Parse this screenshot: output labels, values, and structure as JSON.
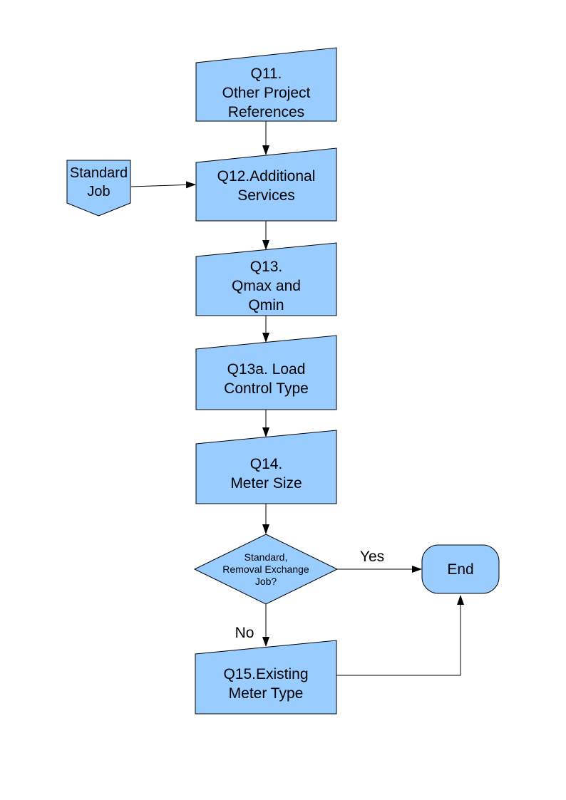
{
  "diagram": {
    "type": "flowchart",
    "background": "#FFFFFF"
  },
  "colors": {
    "node_fill": "#99CCFF",
    "node_stroke": "#000000",
    "line": "#000000",
    "text": "#000000"
  },
  "nodes": {
    "standard_job": {
      "label": "Standard\nJob",
      "shape": "off-page-connector"
    },
    "q11": {
      "label": "Q11.\nOther Project\nReferences",
      "shape": "slanted-box"
    },
    "q12": {
      "label": "Q12.Additional\nServices",
      "shape": "slanted-box"
    },
    "q13": {
      "label": "Q13.\nQmax and\nQmin",
      "shape": "slanted-box"
    },
    "q13a": {
      "label": "Q13a. Load\nControl Type",
      "shape": "slanted-box"
    },
    "q14": {
      "label": "Q14.\nMeter Size",
      "shape": "slanted-box"
    },
    "decision": {
      "label": "Standard,\nRemoval Exchange\nJob?",
      "shape": "diamond"
    },
    "end": {
      "label": "End",
      "shape": "terminator"
    },
    "q15": {
      "label": "Q15.Existing\nMeter Type",
      "shape": "slanted-box"
    }
  },
  "edge_labels": {
    "yes": "Yes",
    "no": "No"
  },
  "edges": [
    {
      "from": "q11",
      "to": "q12",
      "label": ""
    },
    {
      "from": "standard_job",
      "to": "q12",
      "label": ""
    },
    {
      "from": "q12",
      "to": "q13",
      "label": ""
    },
    {
      "from": "q13",
      "to": "q13a",
      "label": ""
    },
    {
      "from": "q13a",
      "to": "q14",
      "label": ""
    },
    {
      "from": "q14",
      "to": "decision",
      "label": ""
    },
    {
      "from": "decision",
      "to": "end",
      "label": "Yes"
    },
    {
      "from": "decision",
      "to": "q15",
      "label": "No"
    },
    {
      "from": "q15",
      "to": "end",
      "label": ""
    }
  ]
}
